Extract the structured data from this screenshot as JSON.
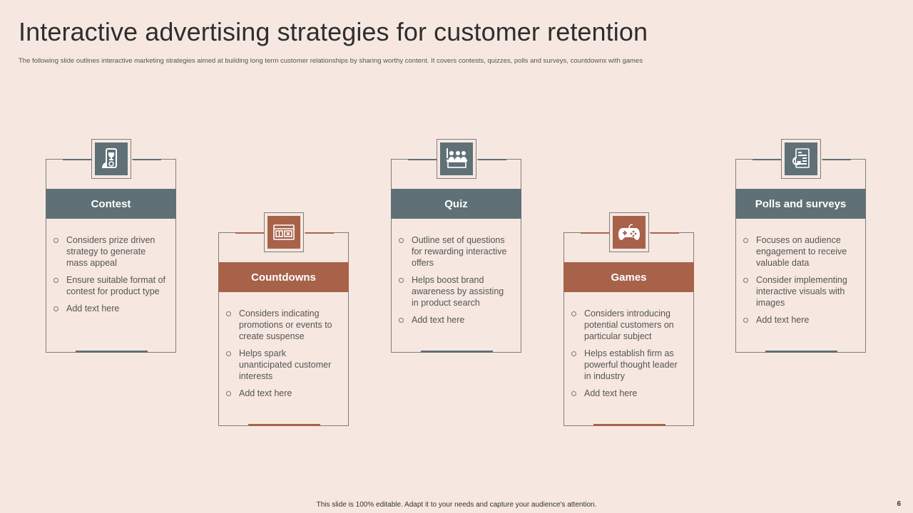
{
  "slide": {
    "title": "Interactive advertising strategies for customer retention",
    "subtitle": "The following slide outlines interactive marketing strategies aimed at building long term customer relationships by sharing worthy content. It covers contests, quizzes, polls and surveys, countdowns with games",
    "footer": "This slide is 100% editable.  Adapt it to your needs and capture your audience's attention.",
    "page_number": "6"
  },
  "colors": {
    "background": "#f6e8e0",
    "slate": "#5f7077",
    "rust": "#a8624a"
  },
  "cards": [
    {
      "icon": "trophy-phone-icon",
      "heading": "Contest",
      "bullets": [
        "Considers prize driven strategy to generate mass appeal",
        "Ensure suitable format of contest for product type",
        "Add text here"
      ]
    },
    {
      "icon": "countdown-timer-icon",
      "heading": "Countdowns",
      "bullets": [
        "Considers indicating promotions or events to create suspense",
        "Helps spark unanticipated customer interests",
        "Add text here"
      ]
    },
    {
      "icon": "quiz-contestants-icon",
      "heading": "Quiz",
      "bullets": [
        "Outline set of questions for rewarding interactive offers",
        "Helps boost brand awareness  by assisting in product search",
        "Add text here"
      ]
    },
    {
      "icon": "gamepad-icon",
      "heading": "Games",
      "bullets": [
        "Considers introducing potential customers on particular subject",
        "Helps establish firm as powerful thought leader in industry",
        "Add text here"
      ]
    },
    {
      "icon": "survey-report-icon",
      "heading": "Polls and surveys",
      "bullets": [
        "Focuses on audience engagement to receive valuable data",
        "Consider implementing interactive visuals with images",
        "Add text here"
      ]
    }
  ]
}
